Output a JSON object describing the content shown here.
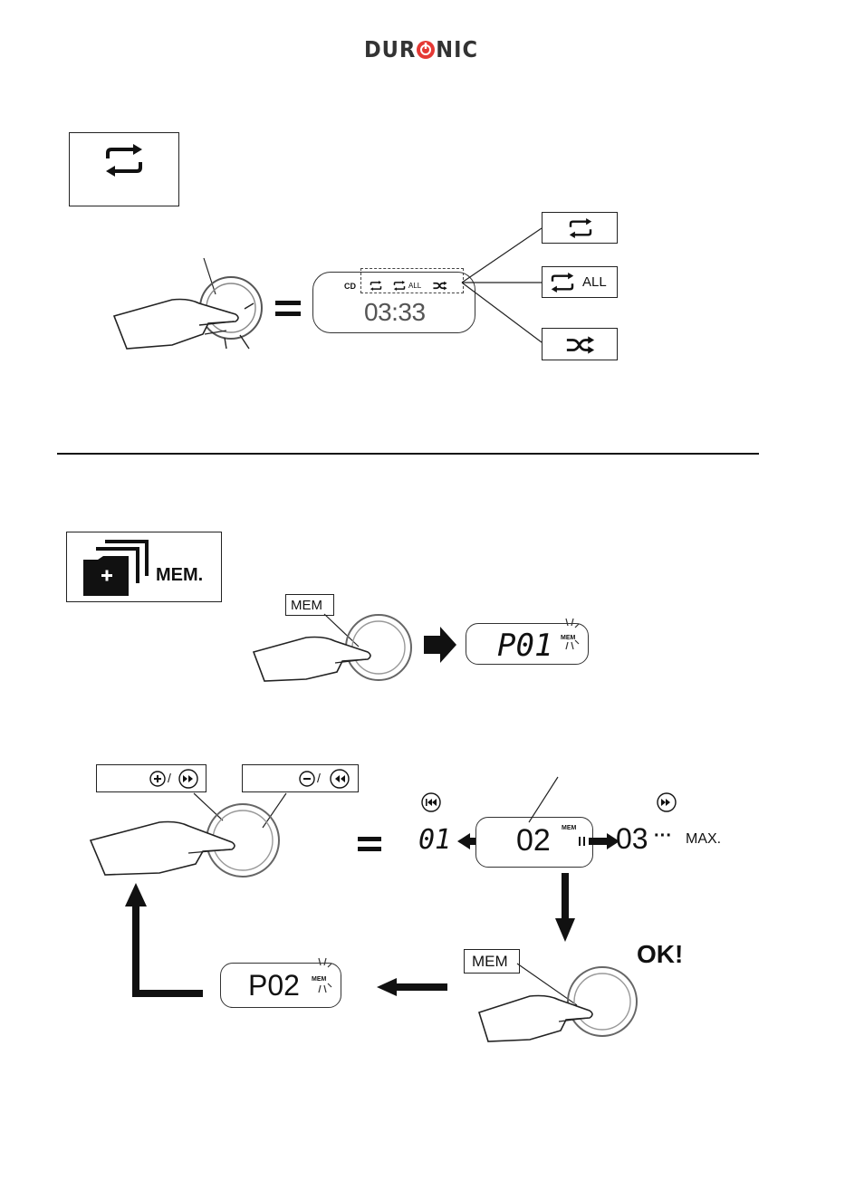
{
  "brand": {
    "logo_left": "DUR",
    "logo_right": "NIC",
    "logo_accent": "#e53935"
  },
  "repeat_section": {
    "lcd_cd": "CD",
    "lcd_all": "ALL",
    "lcd_time": "03:33",
    "option_all_label": "ALL"
  },
  "program_section": {
    "mem_label": "MEM.",
    "mem_button": "MEM",
    "lcd_p01": "P01",
    "lcd_mem_tag": "MEM",
    "track_prev": "01",
    "track_current": "02",
    "track_next": "03",
    "track_more": "···",
    "track_max": "MAX.",
    "mem_button_2": "MEM",
    "ok": "OK!",
    "lcd_p02": "P02"
  },
  "icons": {
    "repeat": "repeat-icon",
    "repeat_all": "repeat-all-icon",
    "shuffle": "shuffle-icon",
    "folder_plus": "folder-plus-icon",
    "plus_circle": "plus-circle-icon",
    "minus_circle": "minus-circle-icon",
    "next": "next-track-icon",
    "prev": "prev-track-icon"
  }
}
